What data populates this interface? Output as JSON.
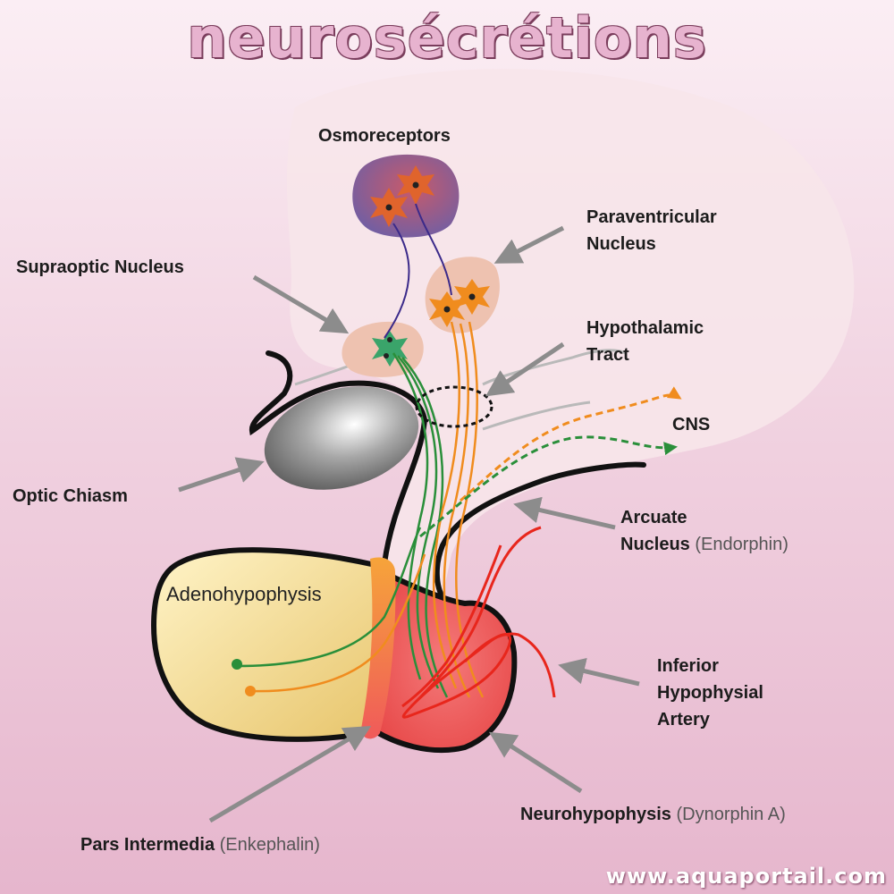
{
  "title": "neurosécrétions",
  "watermark": "www.aquaportail.com",
  "labels": {
    "osmoreceptors": "Osmoreceptors",
    "paraventricular_l1": "Paraventricular",
    "paraventricular_l2": "Nucleus",
    "supraoptic": "Supraoptic Nucleus",
    "hypothalamic_l1": "Hypothalamic",
    "hypothalamic_l2": "Tract",
    "cns": "CNS",
    "optic_chiasm": "Optic Chiasm",
    "arcuate_l1": "Arcuate",
    "arcuate_l2": "Nucleus",
    "arcuate_sub": "(Endorphin)",
    "adenohypophysis": "Adenohypophysis",
    "inferior_l1": "Inferior",
    "inferior_l2": "Hypophysial",
    "inferior_l3": "Artery",
    "neurohypophysis": "Neurohypophysis",
    "neurohypophysis_sub": "(Dynorphin A)",
    "pars_intermedia": "Pars Intermedia",
    "pars_intermedia_sub": "(Enkephalin)"
  },
  "colors": {
    "green_fiber": "#2a8f3a",
    "orange_fiber": "#f08c1e",
    "red_artery": "#e8261c",
    "arrow_grey": "#8c8c8c",
    "outline": "#111111"
  }
}
